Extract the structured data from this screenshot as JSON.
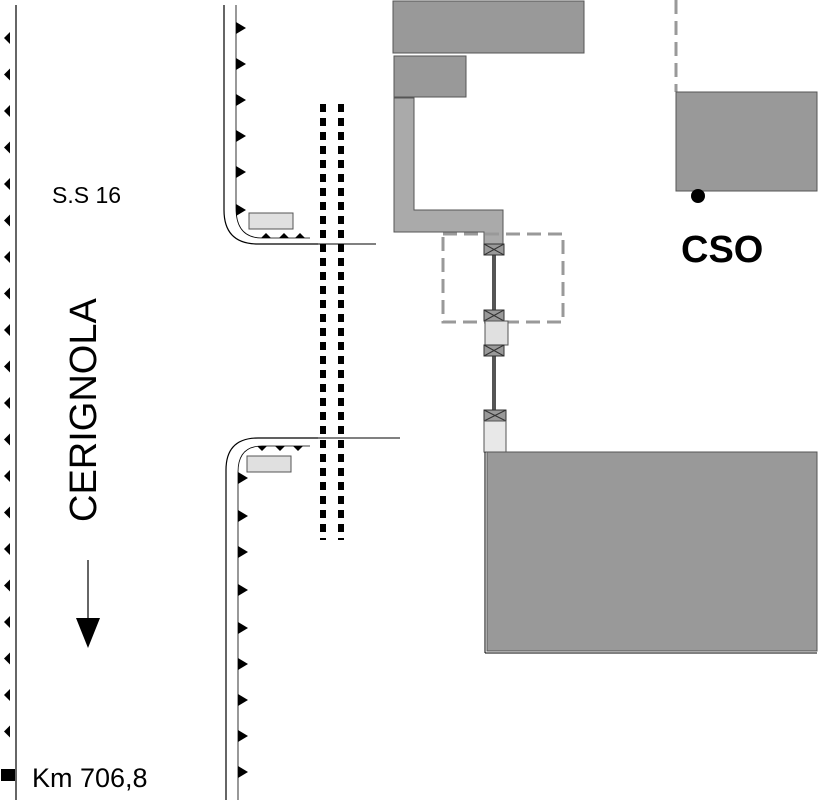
{
  "labels": {
    "road": "S.S 16",
    "direction": "CERIGNOLA",
    "km_marker": "Km 706,8",
    "site": "CSO"
  },
  "colors": {
    "building": "#999999",
    "building_border": "#555555",
    "line": "#000000",
    "dashed_boundary": "#999999",
    "light_fill": "#e0e0e0"
  },
  "icons": {
    "arrow": "down-arrow-icon",
    "marker_dot": "dot-icon",
    "km_marker": "square-marker-icon"
  }
}
